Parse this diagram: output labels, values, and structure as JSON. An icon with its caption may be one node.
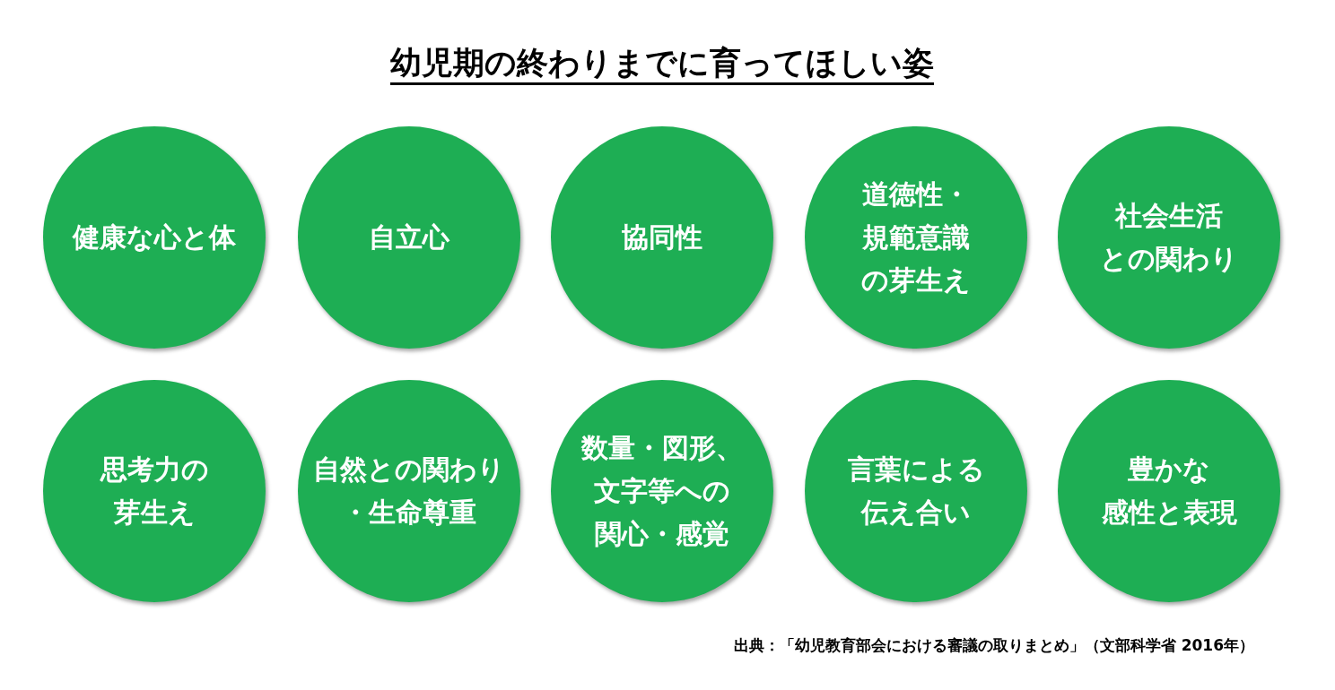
{
  "diagram": {
    "title": "幼児期の終わりまでに育ってほしい姿",
    "nodes": [
      {
        "text": [
          "健康な心と体"
        ]
      },
      {
        "text": [
          "自立心"
        ]
      },
      {
        "text": [
          "協同性"
        ]
      },
      {
        "text": [
          "道徳性・規範意識の芽生え"
        ]
      },
      {
        "text": [
          "社会生活との関わり"
        ]
      },
      {
        "text": [
          "思考力の芽生え"
        ]
      },
      {
        "text": [
          "自然との関わり・生命尊重"
        ]
      },
      {
        "text": [
          "数量・図形、文字等への関心・感覚"
        ]
      },
      {
        "text": [
          "言葉による伝え合い"
        ]
      },
      {
        "text": [
          "豊かな感性と表現"
        ]
      }
    ],
    "labels": [
      "出典：「幼児教育部会における審議の取りまとめ」（文部科学省 2016年）"
    ]
  }
}
